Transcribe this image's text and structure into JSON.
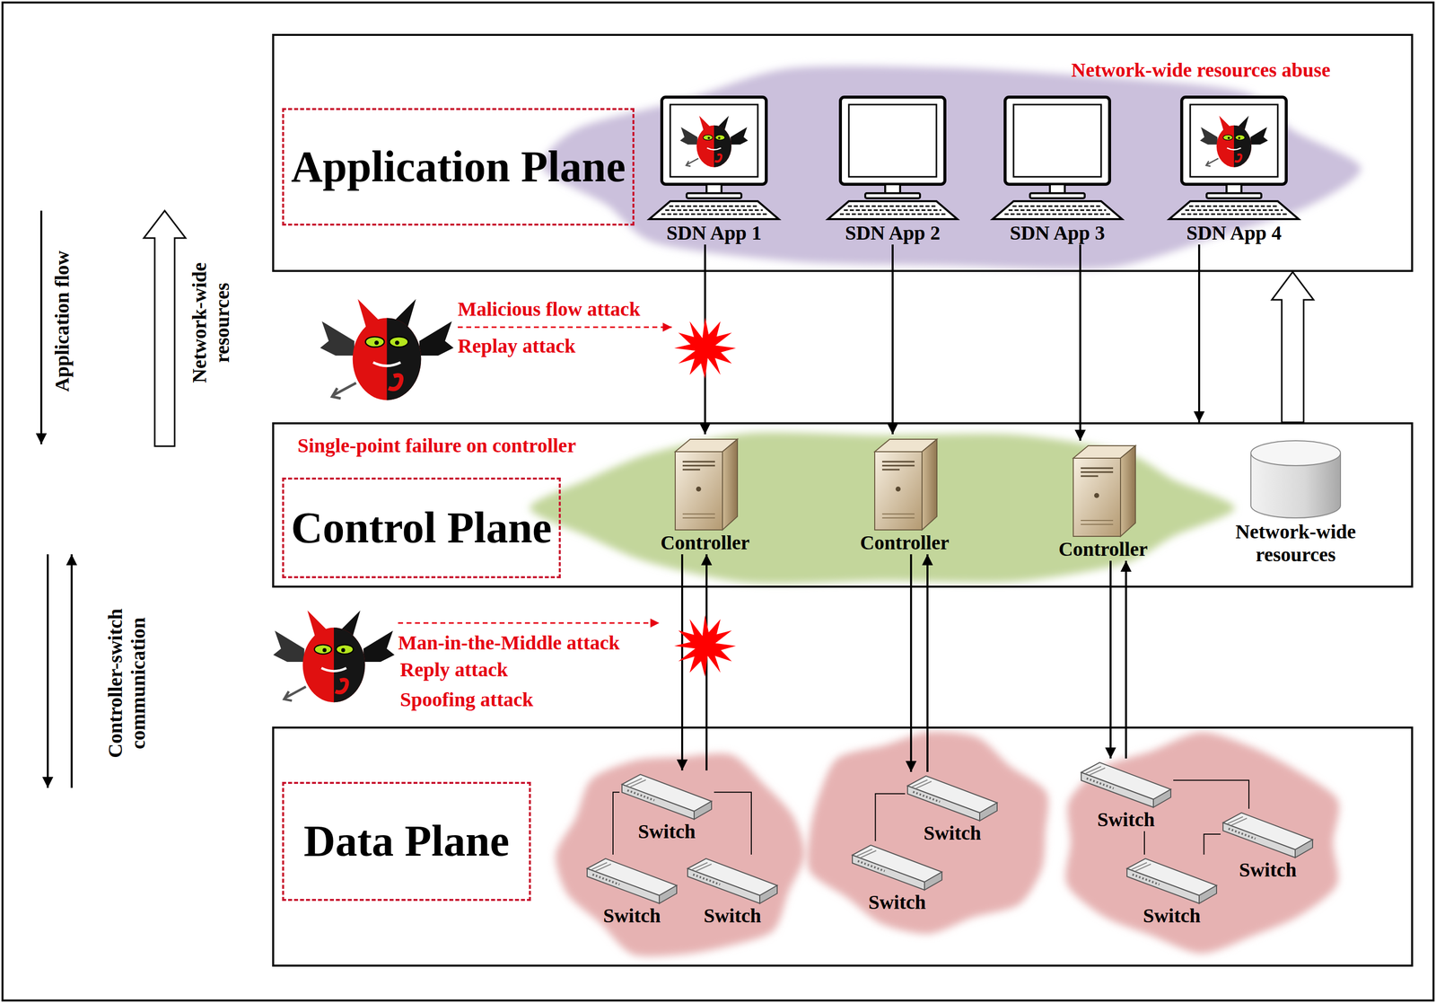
{
  "diagram": {
    "nodes": [
      {
        "text": [
          "Application Plane"
        ]
      },
      {
        "text": [
          "SDN App 1"
        ],
        "in": 0
      },
      {
        "text": [
          "SDN App 2"
        ],
        "in": 0
      },
      {
        "text": [
          "SDN App 3"
        ],
        "in": 0
      },
      {
        "text": [
          "SDN App 4"
        ],
        "in": 0
      },
      {
        "text": [
          "Control Plane"
        ]
      },
      {
        "text": [
          "Controller"
        ],
        "in": 5
      },
      {
        "text": [
          "Controller"
        ],
        "in": 5
      },
      {
        "text": [
          "Controller"
        ],
        "in": 5
      },
      {
        "text": [
          "Network-wide resources"
        ],
        "in": 5
      },
      {
        "text": [
          "Data Plane"
        ]
      },
      {
        "text": [
          "Switch"
        ],
        "in": 10
      },
      {
        "text": [
          "Switch"
        ],
        "in": 10
      },
      {
        "text": [
          "Switch"
        ],
        "in": 10
      },
      {
        "text": [
          "Switch"
        ],
        "in": 10
      },
      {
        "text": [
          "Switch"
        ],
        "in": 10
      },
      {
        "text": [
          "Switch"
        ],
        "in": 10
      },
      {
        "text": [
          "Switch"
        ],
        "in": 10
      },
      {
        "text": [
          "Switch"
        ],
        "in": 10
      }
    ],
    "edges": [
      {
        "from": 1,
        "to": 6,
        "arrow": "to"
      },
      {
        "from": 2,
        "to": 7,
        "arrow": "to"
      },
      {
        "from": 3,
        "to": 8,
        "arrow": "to"
      },
      {
        "from": 4,
        "to": 5,
        "arrow": "to"
      },
      {
        "from": 5,
        "to": 0,
        "arrow": "to"
      },
      {
        "from": 6,
        "to": 11,
        "arrow": "to"
      },
      {
        "from": 11,
        "to": 6,
        "arrow": "to"
      },
      {
        "from": 7,
        "to": 14,
        "arrow": "to"
      },
      {
        "from": 14,
        "to": 7,
        "arrow": "to"
      },
      {
        "from": 8,
        "to": 16,
        "arrow": "to"
      },
      {
        "from": 16,
        "to": 8,
        "arrow": "to"
      },
      {
        "from": 11,
        "to": 12,
        "arrow": "none"
      },
      {
        "from": 11,
        "to": 13,
        "arrow": "none"
      },
      {
        "from": 14,
        "to": 15,
        "arrow": "none"
      },
      {
        "from": 16,
        "to": 17,
        "arrow": "none"
      },
      {
        "from": 16,
        "to": 18,
        "arrow": "none"
      },
      {
        "from": 17,
        "to": 18,
        "arrow": "none"
      }
    ],
    "labels": [
      "Network-wide resources abuse",
      "Application flow",
      "Network-wide resources",
      "Malicious flow attack",
      "Replay attack",
      "Single-point failure on controller",
      "Controller-switch communication",
      "Man-in-the-Middle attack",
      "Reply attack",
      "Spoofing attack"
    ]
  }
}
